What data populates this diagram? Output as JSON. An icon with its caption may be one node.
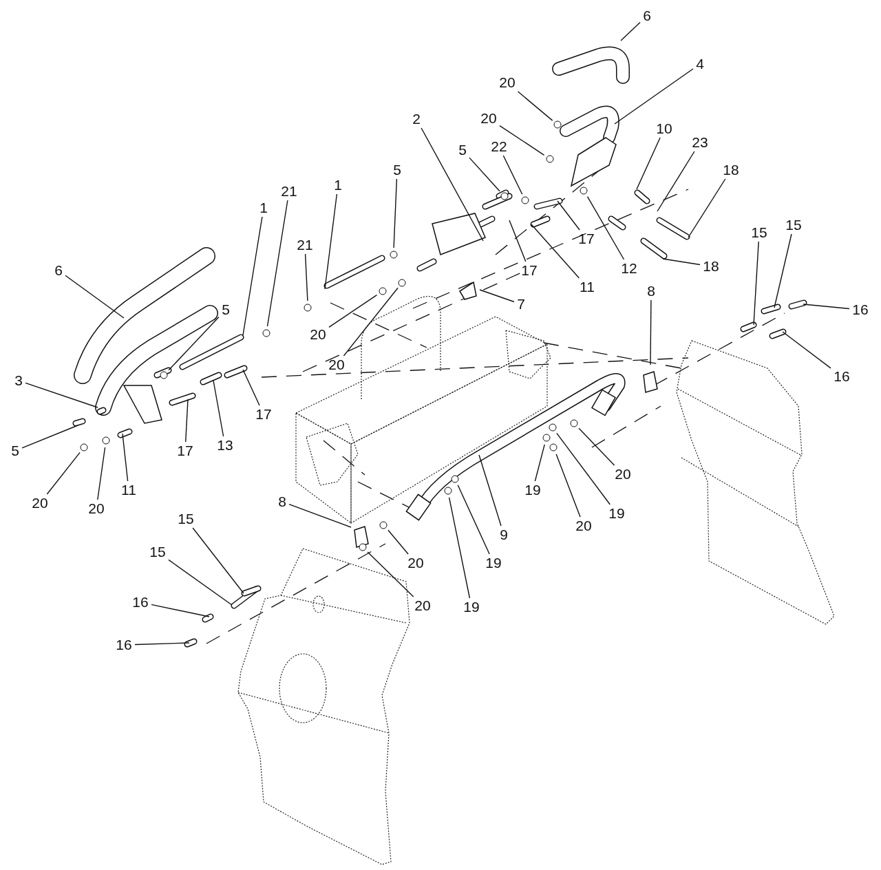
{
  "diagram": {
    "nodes": [
      {
        "text": [
          "6"
        ]
      },
      {
        "text": [
          "4"
        ]
      },
      {
        "text": [
          "20"
        ]
      },
      {
        "text": [
          "20"
        ]
      },
      {
        "text": [
          "2"
        ]
      },
      {
        "text": [
          "10"
        ]
      },
      {
        "text": [
          "23"
        ]
      },
      {
        "text": [
          "5"
        ]
      },
      {
        "text": [
          "22"
        ]
      },
      {
        "text": [
          "5"
        ]
      },
      {
        "text": [
          "18"
        ]
      },
      {
        "text": [
          "1"
        ]
      },
      {
        "text": [
          "21"
        ]
      },
      {
        "text": [
          "1"
        ]
      },
      {
        "text": [
          "15"
        ]
      },
      {
        "text": [
          "15"
        ]
      },
      {
        "text": [
          "17"
        ]
      },
      {
        "text": [
          "21"
        ]
      },
      {
        "text": [
          "18"
        ]
      },
      {
        "text": [
          "6"
        ]
      },
      {
        "text": [
          "17"
        ]
      },
      {
        "text": [
          "12"
        ]
      },
      {
        "text": [
          "11"
        ]
      },
      {
        "text": [
          "7"
        ]
      },
      {
        "text": [
          "8"
        ]
      },
      {
        "text": [
          "16"
        ]
      },
      {
        "text": [
          "5"
        ]
      },
      {
        "text": [
          "20"
        ]
      },
      {
        "text": [
          "20"
        ]
      },
      {
        "text": [
          "16"
        ]
      },
      {
        "text": [
          "3"
        ]
      },
      {
        "text": [
          "17"
        ]
      },
      {
        "text": [
          "13"
        ]
      },
      {
        "text": [
          "5"
        ]
      },
      {
        "text": [
          "17"
        ]
      },
      {
        "text": [
          "20"
        ]
      },
      {
        "text": [
          "11"
        ]
      },
      {
        "text": [
          "19"
        ]
      },
      {
        "text": [
          "8"
        ]
      },
      {
        "text": [
          "20"
        ]
      },
      {
        "text": [
          "20"
        ]
      },
      {
        "text": [
          "19"
        ]
      },
      {
        "text": [
          "15"
        ]
      },
      {
        "text": [
          "20"
        ]
      },
      {
        "text": [
          "9"
        ]
      },
      {
        "text": [
          "15"
        ]
      },
      {
        "text": [
          "20"
        ]
      },
      {
        "text": [
          "19"
        ]
      },
      {
        "text": [
          "16"
        ]
      },
      {
        "text": [
          "20"
        ]
      },
      {
        "text": [
          "19"
        ]
      },
      {
        "text": [
          "16"
        ]
      },
      {
        "text": [],
        "shape": "circle"
      },
      {
        "text": [],
        "shape": "circle"
      },
      {
        "text": [],
        "shape": "circle"
      },
      {
        "text": [],
        "shape": "circle"
      },
      {
        "text": [],
        "shape": "circle"
      },
      {
        "text": [],
        "shape": "circle"
      },
      {
        "text": [],
        "shape": "circle"
      },
      {
        "text": [],
        "shape": "circle"
      },
      {
        "text": [],
        "shape": "circle"
      },
      {
        "text": [],
        "shape": "circle"
      },
      {
        "text": [],
        "shape": "circle"
      },
      {
        "text": [],
        "shape": "circle"
      },
      {
        "text": [],
        "shape": "circle"
      },
      {
        "text": [],
        "shape": "circle"
      },
      {
        "text": [],
        "shape": "circle"
      },
      {
        "text": [],
        "shape": "circle"
      },
      {
        "text": [],
        "shape": "circle"
      },
      {
        "text": [],
        "shape": "circle"
      },
      {
        "text": [],
        "shape": "circle"
      },
      {
        "text": [],
        "shape": "circle"
      },
      {
        "text": [],
        "shape": "circle"
      }
    ],
    "edges": [
      {
        "from": 0,
        "to": null,
        "arrow": "none"
      },
      {
        "from": 1,
        "to": null,
        "arrow": "none"
      },
      {
        "from": 2,
        "to": 52,
        "arrow": "none"
      },
      {
        "from": 3,
        "to": 53,
        "arrow": "none"
      },
      {
        "from": 4,
        "to": null,
        "arrow": "none"
      },
      {
        "from": 5,
        "to": null,
        "arrow": "none"
      },
      {
        "from": 6,
        "to": null,
        "arrow": "none"
      },
      {
        "from": 7,
        "to": 54,
        "arrow": "none"
      },
      {
        "from": 8,
        "to": 55,
        "arrow": "none"
      },
      {
        "from": 9,
        "to": 56,
        "arrow": "none"
      },
      {
        "from": 10,
        "to": null,
        "arrow": "none"
      },
      {
        "from": 11,
        "to": null,
        "arrow": "none"
      },
      {
        "from": 12,
        "to": 57,
        "arrow": "none"
      },
      {
        "from": 13,
        "to": null,
        "arrow": "none"
      },
      {
        "from": 14,
        "to": null,
        "arrow": "none"
      },
      {
        "from": 15,
        "to": null,
        "arrow": "none"
      },
      {
        "from": 16,
        "to": null,
        "arrow": "none"
      },
      {
        "from": 17,
        "to": 58,
        "arrow": "none"
      },
      {
        "from": 18,
        "to": null,
        "arrow": "none"
      },
      {
        "from": 19,
        "to": null,
        "arrow": "none"
      },
      {
        "from": 20,
        "to": null,
        "arrow": "none"
      },
      {
        "from": 21,
        "to": 72,
        "arrow": "none"
      },
      {
        "from": 22,
        "to": null,
        "arrow": "none"
      },
      {
        "from": 23,
        "to": null,
        "arrow": "none"
      },
      {
        "from": 24,
        "to": null,
        "arrow": "none"
      },
      {
        "from": 25,
        "to": null,
        "arrow": "none"
      },
      {
        "from": 26,
        "to": 61,
        "arrow": "none"
      },
      {
        "from": 27,
        "to": 59,
        "arrow": "none"
      },
      {
        "from": 28,
        "to": 60,
        "arrow": "none"
      },
      {
        "from": 29,
        "to": null,
        "arrow": "none"
      },
      {
        "from": 30,
        "to": null,
        "arrow": "none"
      },
      {
        "from": 31,
        "to": null,
        "arrow": "none"
      },
      {
        "from": 32,
        "to": null,
        "arrow": "none"
      },
      {
        "from": 33,
        "to": null,
        "arrow": "none"
      },
      {
        "from": 34,
        "to": null,
        "arrow": "none"
      },
      {
        "from": 35,
        "to": 67,
        "arrow": "none"
      },
      {
        "from": 36,
        "to": null,
        "arrow": "none"
      },
      {
        "from": 37,
        "to": 64,
        "arrow": "none"
      },
      {
        "from": 38,
        "to": null,
        "arrow": "none"
      },
      {
        "from": 39,
        "to": 62,
        "arrow": "none"
      },
      {
        "from": 40,
        "to": 63,
        "arrow": "none"
      },
      {
        "from": 41,
        "to": 65,
        "arrow": "none"
      },
      {
        "from": 42,
        "to": null,
        "arrow": "none"
      },
      {
        "from": 43,
        "to": 66,
        "arrow": "none"
      },
      {
        "from": 44,
        "to": null,
        "arrow": "none"
      },
      {
        "from": 45,
        "to": null,
        "arrow": "none"
      },
      {
        "from": 46,
        "to": 70,
        "arrow": "none"
      },
      {
        "from": 47,
        "to": 68,
        "arrow": "none"
      },
      {
        "from": 48,
        "to": null,
        "arrow": "none"
      },
      {
        "from": 49,
        "to": 71,
        "arrow": "none"
      },
      {
        "from": 50,
        "to": 69,
        "arrow": "none"
      },
      {
        "from": 51,
        "to": null,
        "arrow": "none"
      }
    ]
  }
}
